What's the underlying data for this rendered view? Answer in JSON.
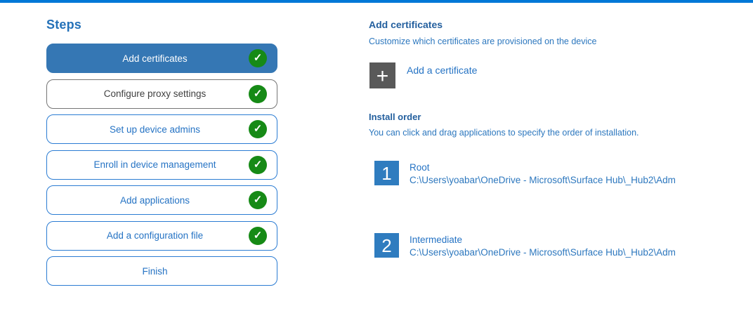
{
  "colors": {
    "top_bar": "#0078D7",
    "active_step_background": "#3577B4",
    "step_border_blue": "#2B7CD3",
    "step_text_blue": "#2573C4",
    "visited_step_border": "#757575",
    "visited_step_text": "#3F3F3F",
    "check_green": "#168A16",
    "add_box_gray": "#595959",
    "order_badge_blue": "#2F7CBF",
    "heading_blue": "#235F9E"
  },
  "icons": {
    "check_glyph": "✓",
    "plus_glyph": "+"
  },
  "sidebar": {
    "title": "Steps",
    "steps": [
      {
        "label": "Add certificates",
        "state": "active",
        "checked": true
      },
      {
        "label": "Configure proxy settings",
        "state": "visited",
        "checked": true
      },
      {
        "label": "Set up device admins",
        "state": "normal",
        "checked": true
      },
      {
        "label": "Enroll in device management",
        "state": "normal",
        "checked": true
      },
      {
        "label": "Add applications",
        "state": "normal",
        "checked": true
      },
      {
        "label": "Add a configuration file",
        "state": "normal",
        "checked": true
      },
      {
        "label": "Finish",
        "state": "normal",
        "checked": false
      }
    ]
  },
  "main": {
    "heading": "Add certificates",
    "subheading": "Customize which certificates are provisioned on the device",
    "add_button": {
      "label": "Add a certificate"
    },
    "install_order": {
      "heading": "Install order",
      "description": "You can click and drag applications to specify the order of installation.",
      "items": [
        {
          "number": "1",
          "name": "Root",
          "path": "C:\\Users\\yoabar\\OneDrive - Microsoft\\Surface Hub\\_Hub2\\Adm"
        },
        {
          "number": "2",
          "name": "Intermediate",
          "path": "C:\\Users\\yoabar\\OneDrive - Microsoft\\Surface Hub\\_Hub2\\Adm"
        }
      ]
    }
  }
}
